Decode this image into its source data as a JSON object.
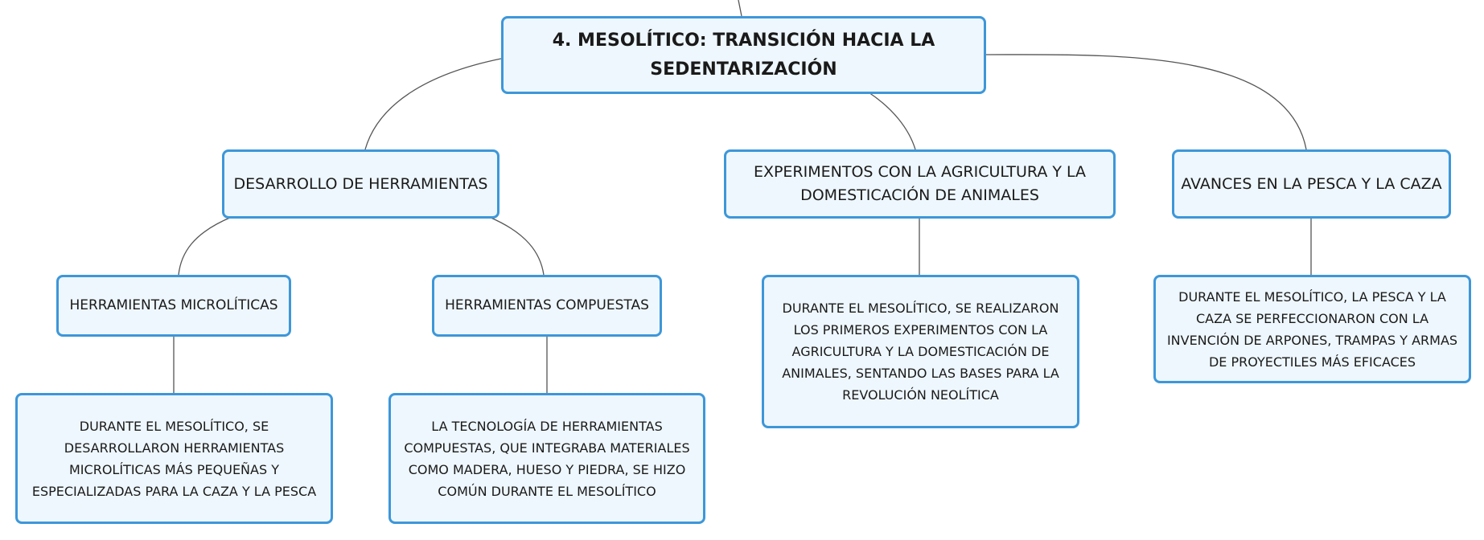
{
  "root": {
    "title": "4. MESOLÍTICO: TRANSICIÓN HACIA LA SEDENTARIZACIÓN"
  },
  "branches": [
    {
      "title": "DESARROLLO DE HERRAMIENTAS",
      "children": [
        {
          "title": "HERRAMIENTAS MICROLÍTICAS",
          "detail": "DURANTE EL MESOLÍTICO, SE DESARROLLARON HERRAMIENTAS MICROLÍTICAS MÁS PEQUEÑAS Y ESPECIALIZADAS PARA LA CAZA Y LA PESCA"
        },
        {
          "title": "HERRAMIENTAS COMPUESTAS",
          "detail": "LA TECNOLOGÍA DE HERRAMIENTAS COMPUESTAS, QUE INTEGRABA MATERIALES COMO MADERA, HUESO Y PIEDRA, SE HIZO COMÚN DURANTE EL MESOLÍTICO"
        }
      ]
    },
    {
      "title": "EXPERIMENTOS CON LA AGRICULTURA Y LA DOMESTICACIÓN DE ANIMALES",
      "detail": "DURANTE EL MESOLÍTICO, SE REALIZARON LOS PRIMEROS EXPERIMENTOS CON LA AGRICULTURA Y LA DOMESTICACIÓN DE ANIMALES, SENTANDO LAS BASES PARA LA REVOLUCIÓN NEOLÍTICA"
    },
    {
      "title": "AVANCES EN LA PESCA Y LA CAZA",
      "detail": "DURANTE EL MESOLÍTICO, LA PESCA Y LA CAZA SE PERFECCIONARON CON LA INVENCIÓN DE ARPONES, TRAMPAS Y ARMAS DE PROYECTILES MÁS EFICACES"
    }
  ]
}
